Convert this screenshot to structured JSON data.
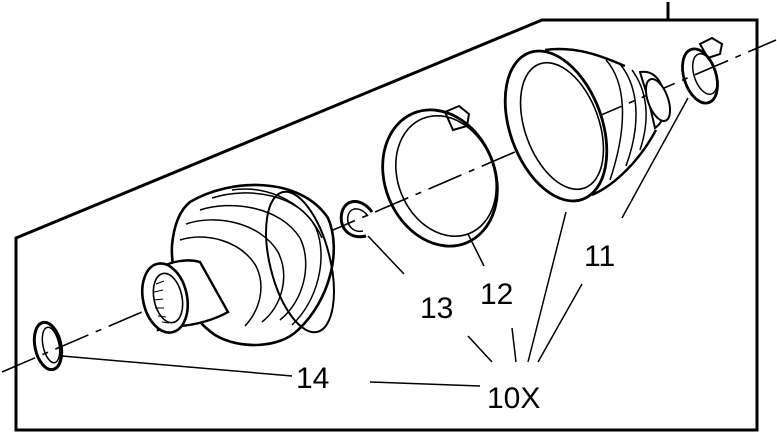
{
  "diagram": {
    "callouts": {
      "c14": "14",
      "c13": "13",
      "c12": "12",
      "c11": "11",
      "c10x": "10X"
    }
  },
  "colors": {
    "ink": "#000000",
    "paper": "#ffffff"
  }
}
